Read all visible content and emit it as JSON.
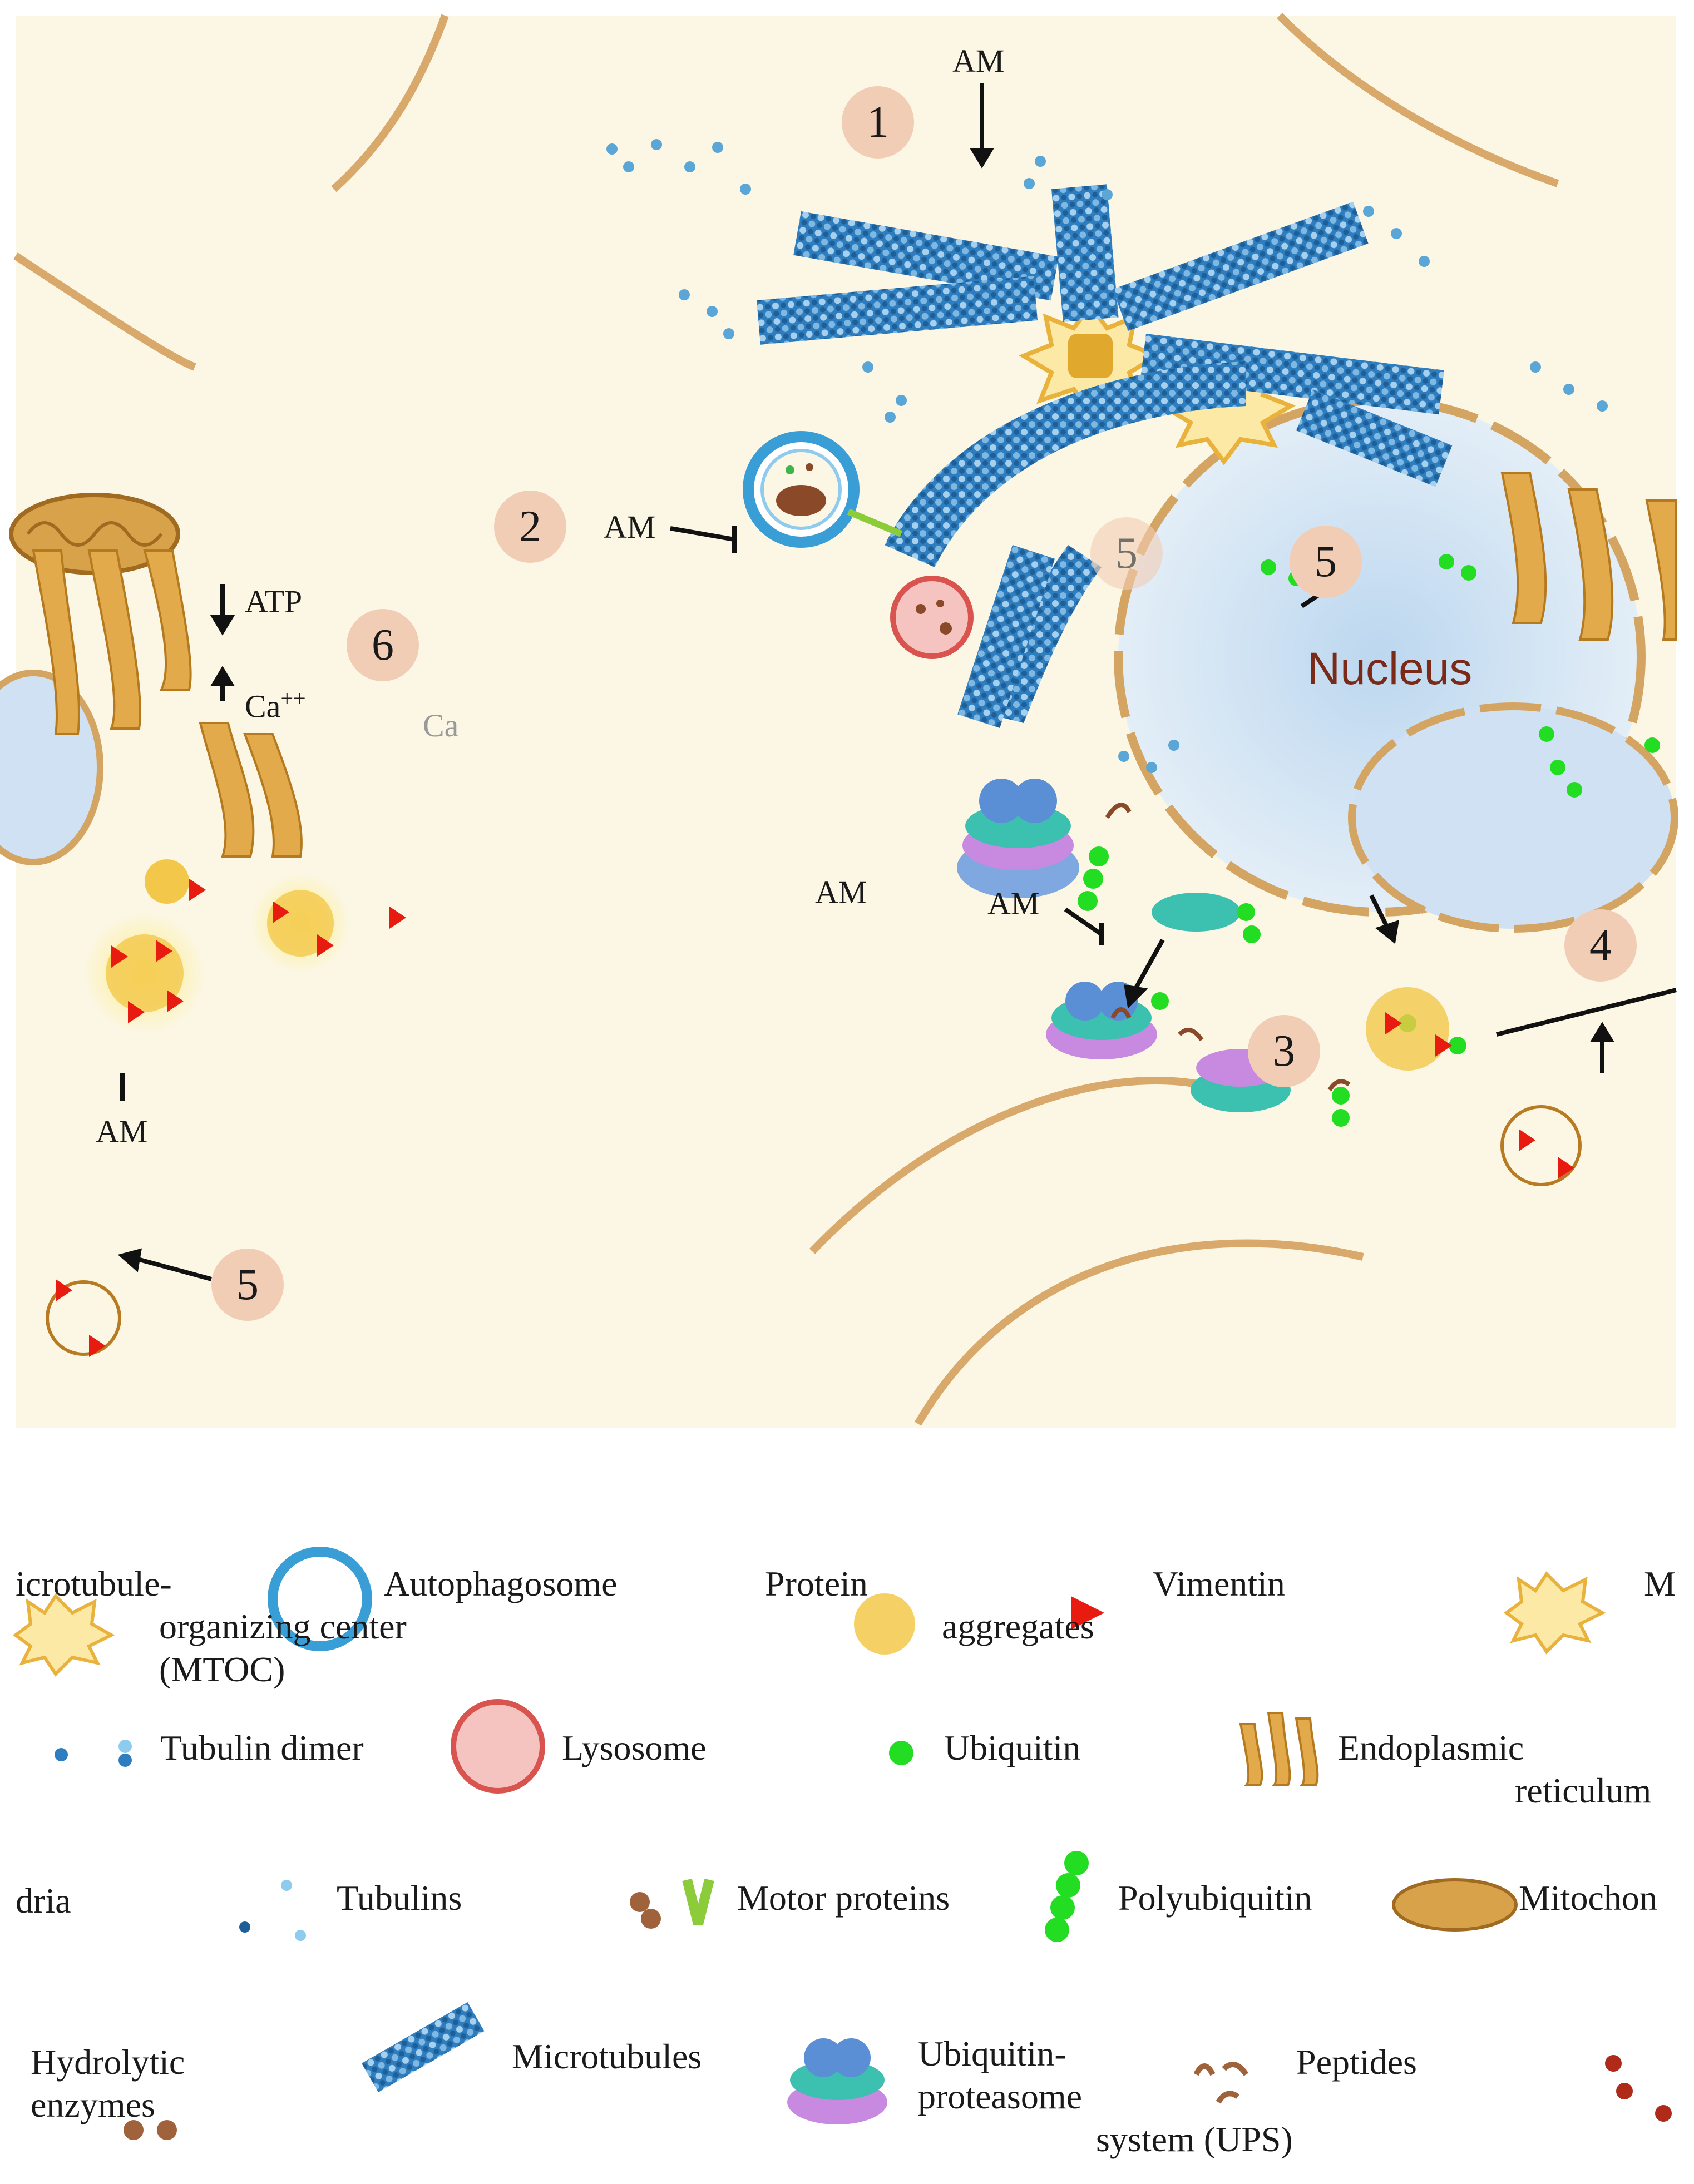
{
  "diagram": {
    "labels": {
      "am_top": "AM",
      "am_mid": "AM",
      "am_center_a": "AM",
      "am_center_b": "AM",
      "am_bottom": "AM",
      "atp": "ATP",
      "ca_main": "Ca",
      "ca_sup": "++",
      "ca_ghost": "Ca",
      "nucleus": "Nucleus"
    },
    "badges": {
      "b1": "1",
      "b2": "2",
      "b3": "3",
      "b4": "4",
      "b5_nuclear": "5",
      "b5_bottom": "5",
      "b5_faded": "5",
      "b6": "6"
    }
  },
  "legend": {
    "mtoc": [
      "icrotubule-",
      "organizing center",
      "(MTOC)"
    ],
    "autophagosome": "Autophagosome",
    "protein_aggregates": [
      "Protein",
      "aggregates"
    ],
    "vimentin": "Vimentin",
    "mtoc_cut": "M",
    "tubulin_dimer": "Tubulin dimer",
    "lysosome": "Lysosome",
    "ubiquitin": "Ubiquitin",
    "endoplasmic_reticulum": [
      "Endoplasmic",
      "reticulum"
    ],
    "mitochondria_cut": "dria",
    "tubulins": "Tubulins",
    "motor_proteins": "Motor proteins",
    "polyubiquitin": "Polyubiquitin",
    "mitochondria": "Mitochon",
    "hydrolytic_enzymes": [
      "Hydrolytic",
      "enzymes"
    ],
    "microtubules": "Microtubules",
    "ups": [
      "Ubiquitin-",
      "proteasome",
      "system (UPS)"
    ],
    "peptides": "Peptides"
  },
  "colors": {
    "cytoplasm": "#fbf7e4",
    "membrane": "#d9a86b",
    "microtubule": "#2f7fb8",
    "nucleus": "#cfe1f2",
    "vimentin": "#e81b10",
    "ubiquitin": "#22dd22",
    "badge": "#f2cdb5",
    "mito": "#d8a24a"
  }
}
